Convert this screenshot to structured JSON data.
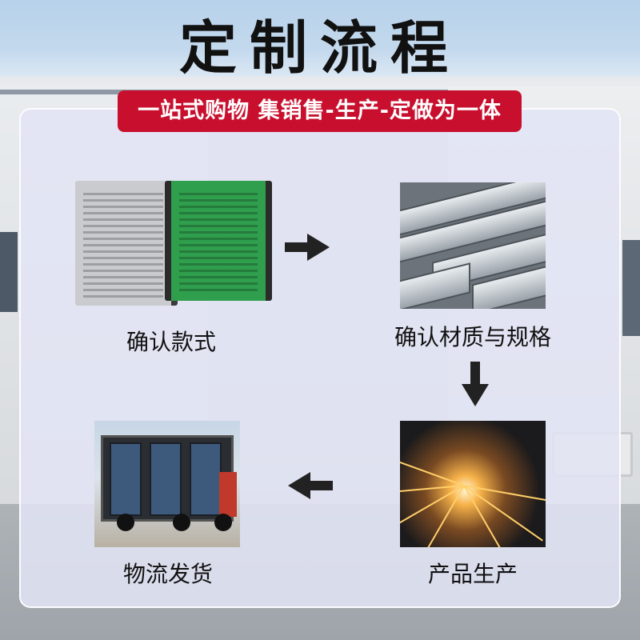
{
  "header": {
    "title": "定制流程",
    "banner": "一站式购物 集销售-生产-定做为一体"
  },
  "colors": {
    "banner_bg": "#c8102e",
    "banner_text": "#ffffff",
    "arrow": "#222222"
  },
  "steps": [
    {
      "label": "确认款式",
      "image": "vent-panels-image"
    },
    {
      "label": "确认材质与规格",
      "image": "steel-tubes-image"
    },
    {
      "label": "产品生产",
      "image": "laser-cutting-image"
    },
    {
      "label": "物流发货",
      "image": "delivery-truck-image"
    }
  ],
  "arrows": [
    "arrow-right-icon",
    "arrow-down-icon",
    "arrow-left-icon"
  ]
}
